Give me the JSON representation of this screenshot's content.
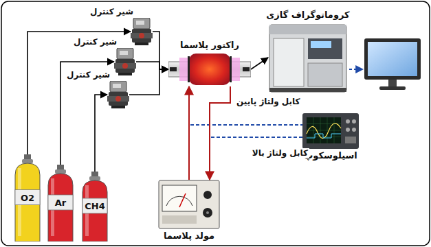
{
  "diagram": {
    "nodes": [
      {
        "text": [
          "O2"
        ]
      },
      {
        "text": [
          "Ar"
        ]
      },
      {
        "text": [
          "CH4"
        ]
      },
      {
        "text": [
          "شیر کنترل"
        ]
      },
      {
        "text": [
          "شیر کنترل"
        ]
      },
      {
        "text": [
          "شیر کنترل"
        ]
      },
      {
        "text": [
          "راکتور پلاسما"
        ]
      },
      {
        "text": [
          "کروماتوگراف گازی"
        ]
      },
      {
        "text": [
          "اسیلوسکوپ"
        ]
      },
      {
        "text": [
          "مولد پلاسما"
        ]
      }
    ],
    "edges": [
      {
        "from": 0,
        "to": 3,
        "arrow": "to"
      },
      {
        "from": 1,
        "to": 4,
        "arrow": "to"
      },
      {
        "from": 2,
        "to": 5,
        "arrow": "to"
      },
      {
        "from": 3,
        "to": 6,
        "arrow": "to"
      },
      {
        "from": 4,
        "to": 6,
        "arrow": "to"
      },
      {
        "from": 5,
        "to": 6,
        "arrow": "to"
      },
      {
        "from": 6,
        "to": 7,
        "arrow": "to"
      },
      {
        "from": 9,
        "to": 6,
        "label": "کابل ولتاژ بالا",
        "arrow": "to"
      },
      {
        "from": 6,
        "to": 9,
        "label": "کابل ولتاژ پایین",
        "arrow": "to"
      }
    ]
  }
}
